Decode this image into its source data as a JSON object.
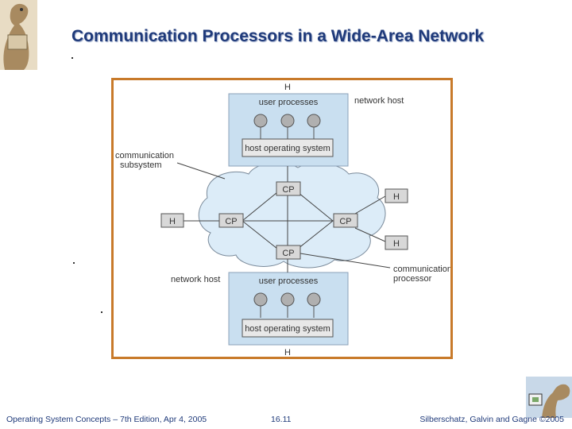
{
  "slide": {
    "title": "Communication Processors in a Wide-Area Network"
  },
  "diagram": {
    "top_host": {
      "label_H": "H",
      "caption": "network host",
      "processes": "user processes",
      "os": "host operating system"
    },
    "bottom_host": {
      "label_H": "H",
      "caption": "network host",
      "processes": "user processes",
      "os": "host operating system"
    },
    "cp_labels": [
      "CP",
      "CP",
      "CP",
      "CP"
    ],
    "side_hosts": [
      "H",
      "H",
      "H"
    ],
    "comm_subsystem": [
      "communication",
      "subsystem"
    ],
    "comm_processor": [
      "communication",
      "processor"
    ]
  },
  "footer": {
    "left": "Operating System Concepts – 7th Edition, Apr 4, 2005",
    "middle": "16.11",
    "right": "Silberschatz, Galvin and Gagne ©2005"
  },
  "colors": {
    "title": "#1f3a7a",
    "frame": "#c87a2a",
    "host_box": "#c9dff0",
    "cloud": "#dcecf8"
  }
}
